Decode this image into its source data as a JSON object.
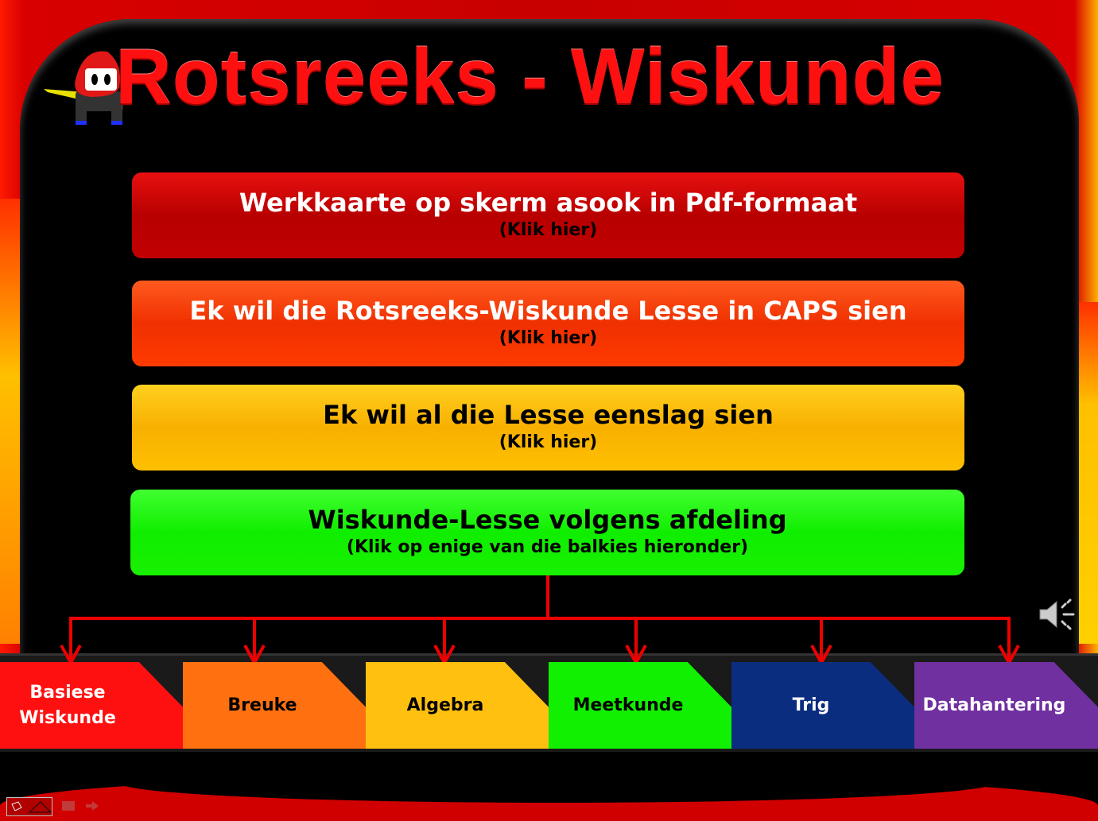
{
  "title": "Rotsreeks - Wiskunde",
  "buttons": [
    {
      "main": "Werkkaarte op skerm asook in Pdf-formaat",
      "sub": "(Klik hier)"
    },
    {
      "main": "Ek wil die Rotsreeks-Wiskunde Lesse in CAPS sien",
      "sub": "(Klik hier)"
    },
    {
      "main": "Ek wil al die Lesse eenslag sien",
      "sub": "(Klik hier)"
    },
    {
      "main": "Wiskunde-Lesse volgens afdeling",
      "sub": "(Klik op enige van die balkies hieronder)"
    }
  ],
  "tabs": [
    {
      "line1": "Basiese",
      "line2": "Wiskunde"
    },
    {
      "line1": "Breuke"
    },
    {
      "line1": "Algebra"
    },
    {
      "line1": "Meetkunde"
    },
    {
      "line1": "Trig"
    },
    {
      "line1": "Datahantering"
    }
  ],
  "colors": {
    "connector": "#ee0000",
    "title": "#ff1010"
  }
}
